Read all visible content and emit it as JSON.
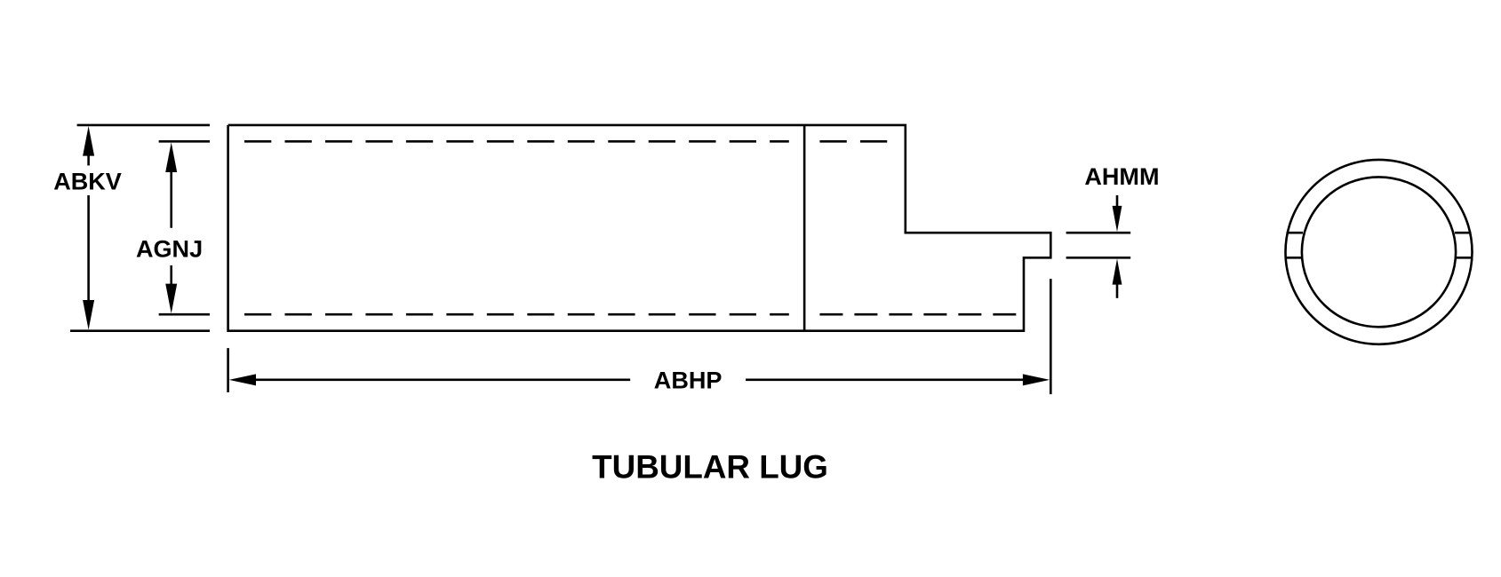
{
  "title": "TUBULAR LUG",
  "dimensions": {
    "outer_height": "ABKV",
    "inner_height": "AGNJ",
    "overall_length": "ABHP",
    "tongue_thickness": "AHMM"
  },
  "colors": {
    "line": "#000000",
    "background": "#ffffff"
  }
}
